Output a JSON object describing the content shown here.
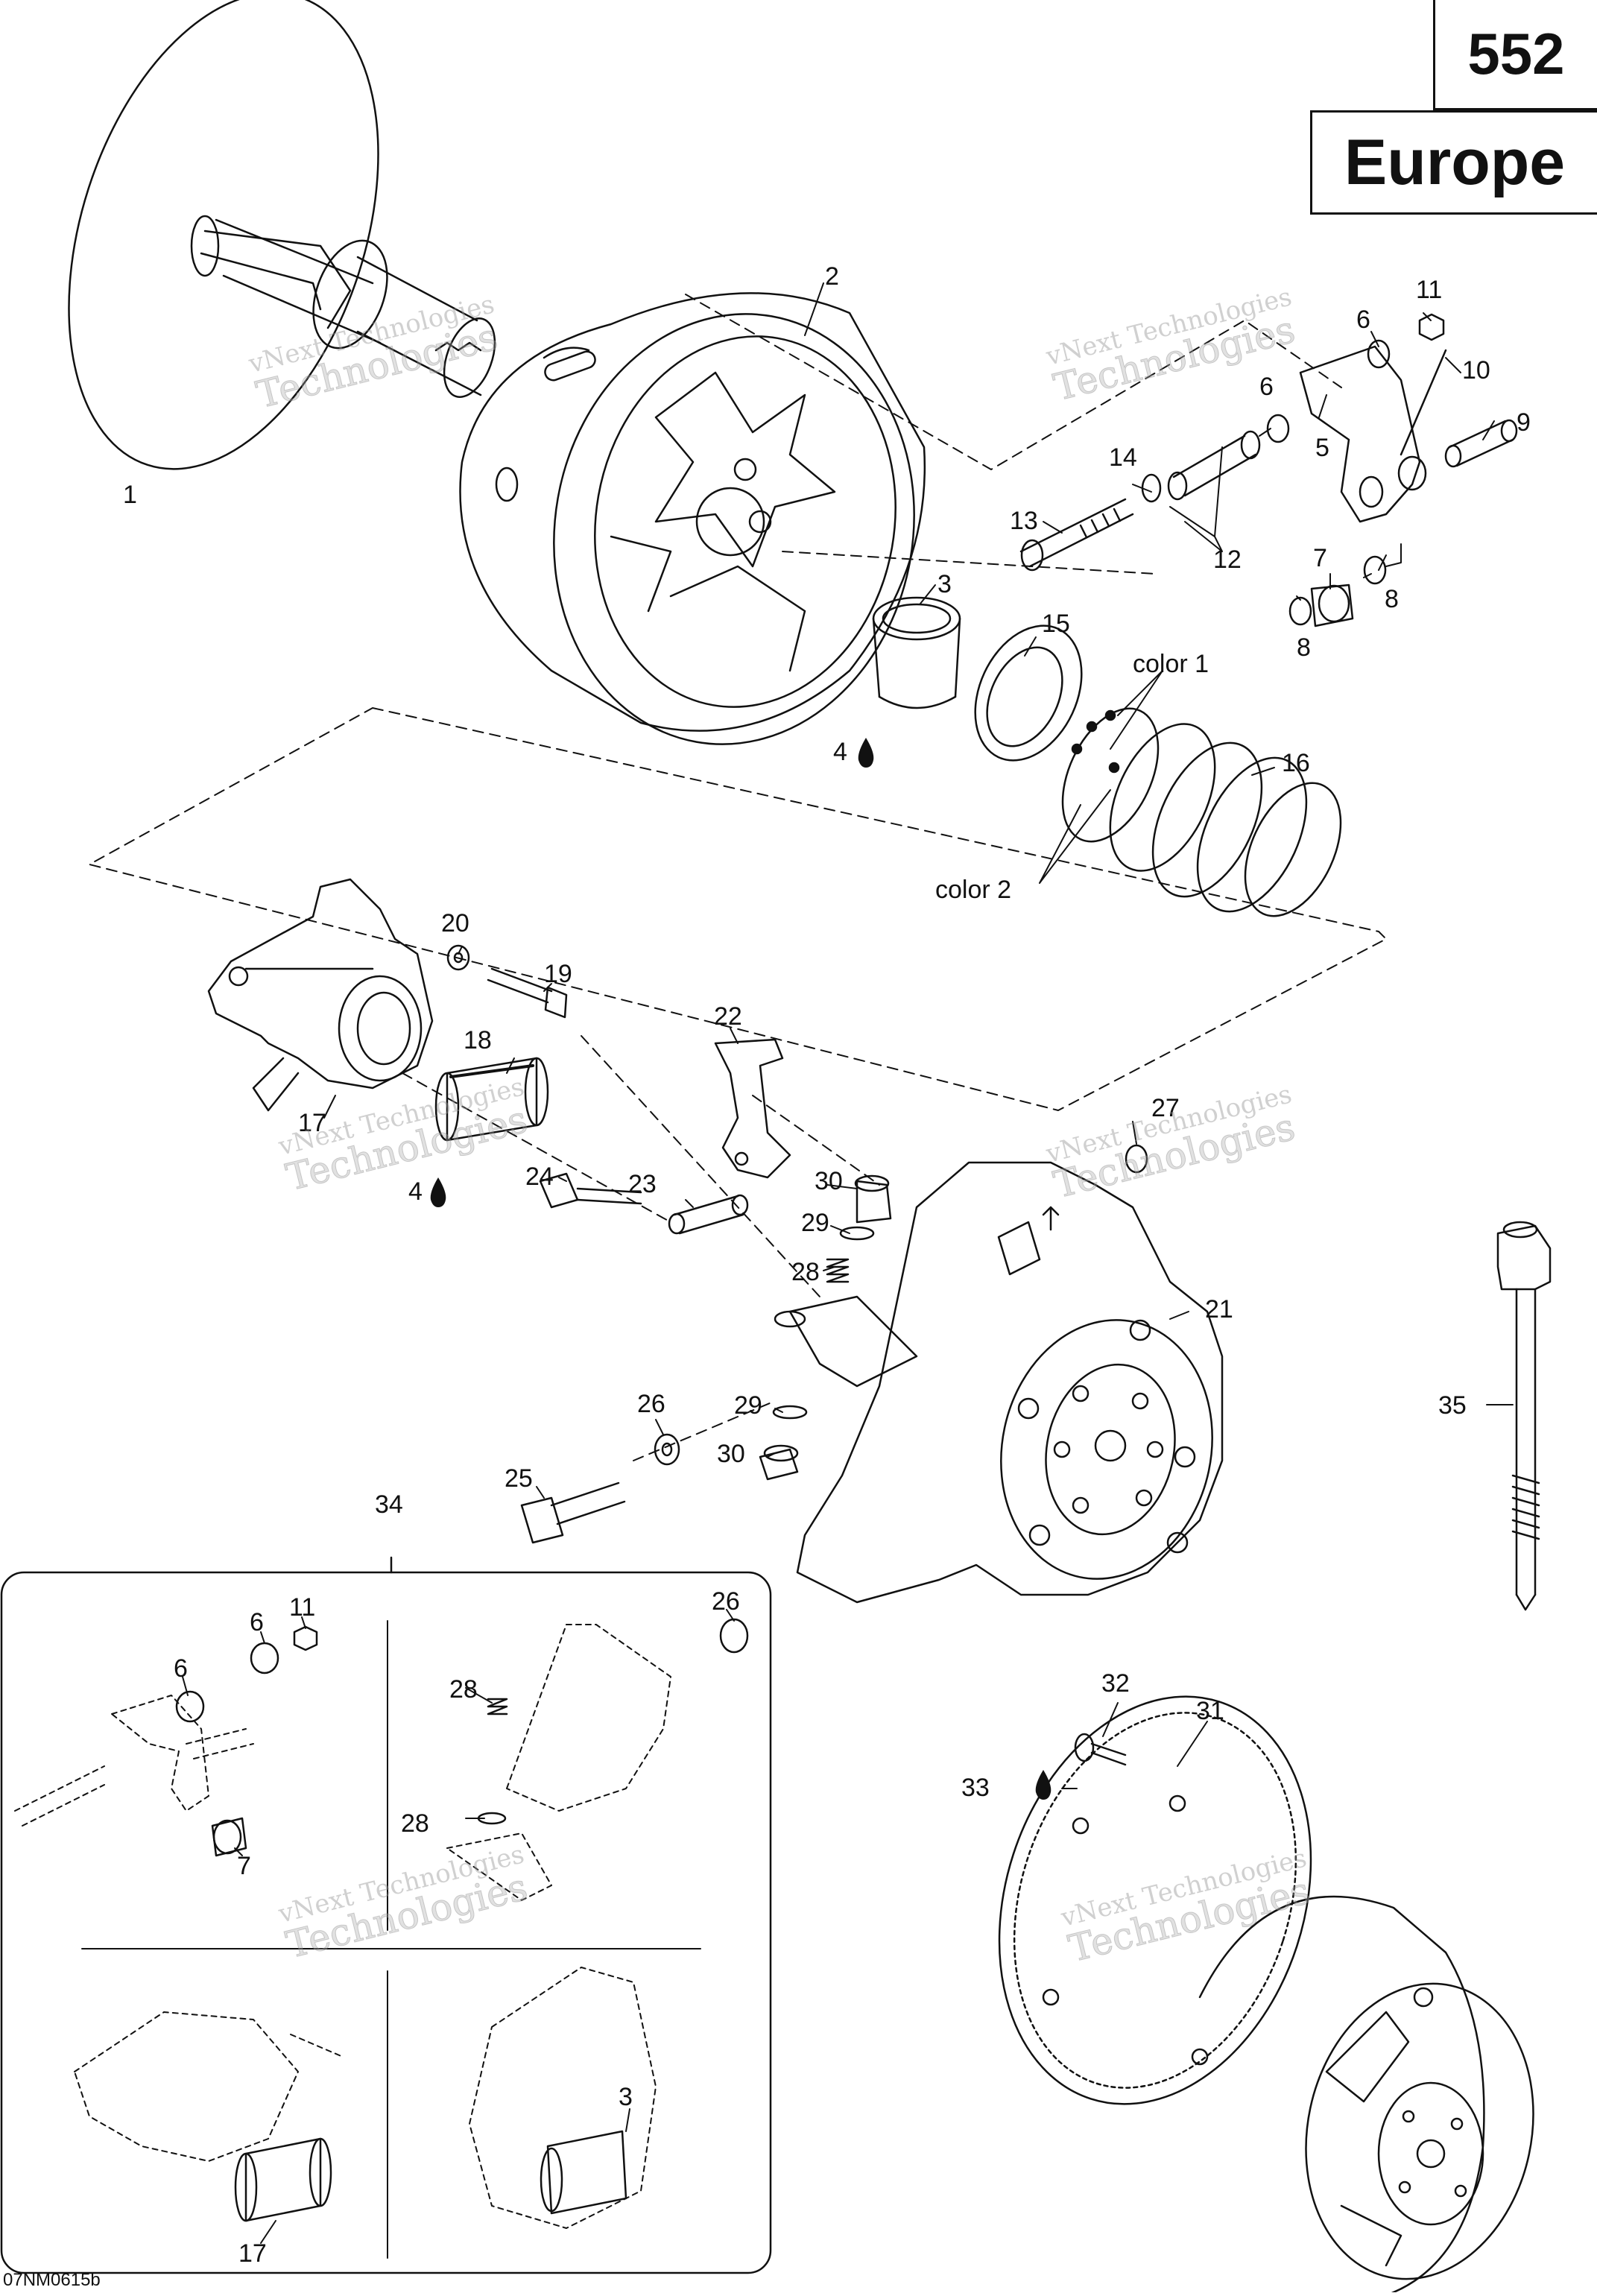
{
  "header": {
    "model": "552",
    "region": "Europe"
  },
  "drawing_code": "07NM0615b",
  "watermark": {
    "line1": "vNext Technologies",
    "line2": "Technologies",
    "line0": "vNext"
  },
  "callouts": {
    "c1": "1",
    "c2": "2",
    "c3": "3",
    "c4a": "4",
    "c4b": "4",
    "c5": "5",
    "c6a": "6",
    "c6b": "6",
    "c6c": "6",
    "c6d": "6",
    "c7a": "7",
    "c7b": "7",
    "c8a": "8",
    "c8b": "8",
    "c9": "9",
    "c10": "10",
    "c11a": "11",
    "c11b": "11",
    "c12": "12",
    "c13": "13",
    "c14": "14",
    "c15": "15",
    "c16": "16",
    "c17a": "17",
    "c17b": "17",
    "c18": "18",
    "c19": "19",
    "c20": "20",
    "c21": "21",
    "c22": "22",
    "c23": "23",
    "c24": "24",
    "c25": "25",
    "c26a": "26",
    "c26b": "26",
    "c27": "27",
    "c28a": "28",
    "c28b": "28",
    "c28c": "28",
    "c29a": "29",
    "c29b": "29",
    "c30a": "30",
    "c30b": "30",
    "c31": "31",
    "c32": "32",
    "c33": "33",
    "c34": "34",
    "c35": "35",
    "c3b": "3"
  },
  "spring_colors": {
    "top": "color 1",
    "bottom": "color 2"
  },
  "icons": {
    "lubricant": "oil-drop-icon"
  }
}
